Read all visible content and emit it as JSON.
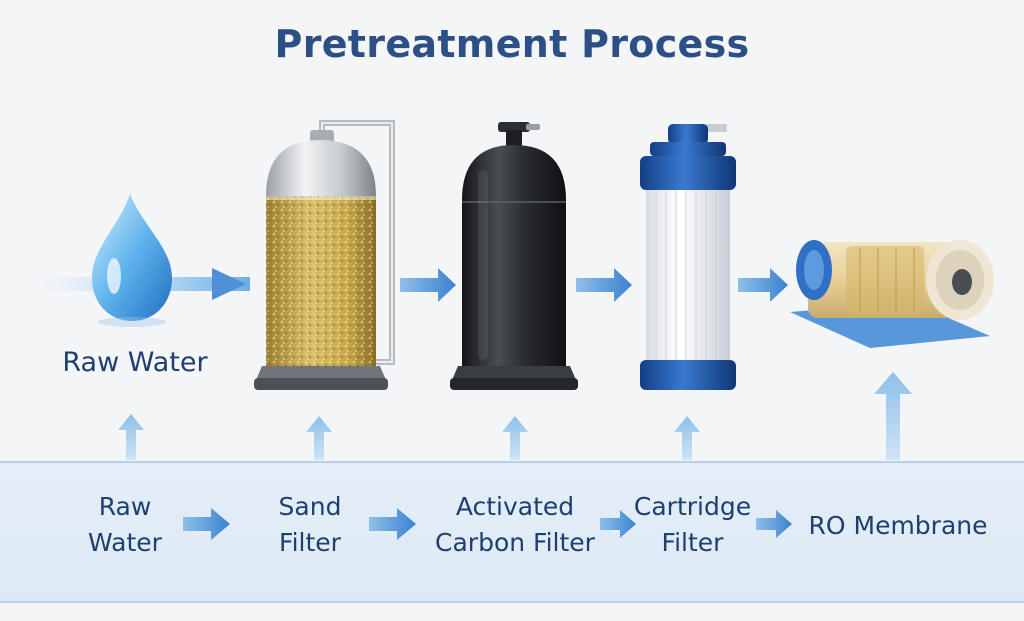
{
  "title": "Pretreatment Process",
  "top_caption": "Raw Water",
  "steps": [
    {
      "line1": "Raw",
      "line2": "Water"
    },
    {
      "line1": "Sand",
      "line2": "Filter"
    },
    {
      "line1": "Activated",
      "line2": "Carbon Filter"
    },
    {
      "line1": "Cartridge",
      "line2": "Filter"
    },
    {
      "line1": "RO Membrane",
      "line2": ""
    }
  ],
  "icons": [
    "water-drop",
    "sand-filter-tank",
    "activated-carbon-tank",
    "cartridge-filter",
    "ro-membrane"
  ],
  "colors": {
    "title": "#2c4f86",
    "arrow": "#4f8fd6",
    "band": "#e4eef8",
    "sand": "#c9a94a",
    "carbon_tank": "#2c2f33",
    "cartridge_cap": "#1f56a8"
  }
}
